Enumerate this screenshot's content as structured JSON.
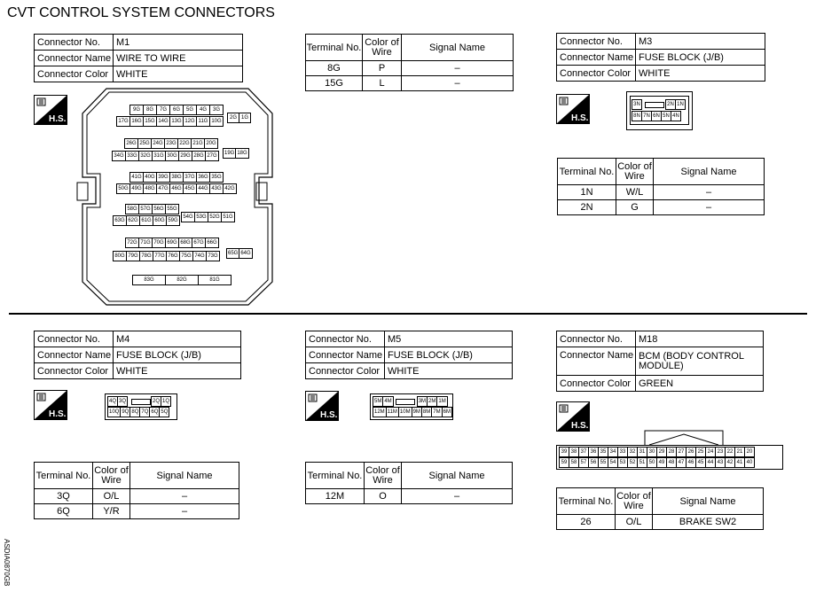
{
  "page": {
    "title": "CVT CONTROL SYSTEM CONNECTORS",
    "side_code": "ASDIA0870GB"
  },
  "labels": {
    "connector_no": "Connector No.",
    "connector_name": "Connector Name",
    "connector_color": "Connector Color",
    "terminal_no": "Terminal No.",
    "color_of_wire": "Color of Wire",
    "signal_name": "Signal Name",
    "hs": "H.S."
  },
  "m1": {
    "no": "M1",
    "name": "WIRE TO WIRE",
    "color": "WHITE",
    "rows": [
      [
        "9G",
        "8G",
        "7G",
        "6G",
        "5G",
        "4G",
        "3G"
      ],
      [
        "17G",
        "16G",
        "15G",
        "14G",
        "13G",
        "12G",
        "11G",
        "10G"
      ],
      [
        "2G",
        "1G"
      ],
      [
        "26G",
        "25G",
        "24G",
        "23G",
        "22G",
        "21G",
        "20G"
      ],
      [
        "34G",
        "33G",
        "32G",
        "31G",
        "30G",
        "29G",
        "28G",
        "27G"
      ],
      [
        "19G",
        "18G"
      ],
      [
        "41G",
        "40G",
        "39G",
        "38G",
        "37G",
        "36G",
        "35G"
      ],
      [
        "50G",
        "49G",
        "48G",
        "47G",
        "46G",
        "45G",
        "44G",
        "43G",
        "42G"
      ],
      [
        "58G",
        "57G",
        "56G",
        "55G"
      ],
      [
        "63G",
        "62G",
        "61G",
        "60G",
        "59G"
      ],
      [
        "54G",
        "53G",
        "52G",
        "51G"
      ],
      [
        "72G",
        "71G",
        "70G",
        "69G",
        "68G",
        "67G",
        "66G"
      ],
      [
        "80G",
        "79G",
        "78G",
        "77G",
        "76G",
        "75G",
        "74G",
        "73G"
      ],
      [
        "65G",
        "64G"
      ],
      [
        "83G",
        "82G",
        "81G"
      ]
    ],
    "terminals": [
      {
        "no": "8G",
        "wire": "P",
        "signal": "–"
      },
      {
        "no": "15G",
        "wire": "L",
        "signal": "–"
      }
    ]
  },
  "m3": {
    "no": "M3",
    "name": "FUSE BLOCK (J/B)",
    "color": "WHITE",
    "top": [
      "3N",
      "2N",
      "1N"
    ],
    "bottom": [
      "8N",
      "7N",
      "6N",
      "5N",
      "4N"
    ],
    "terminals": [
      {
        "no": "1N",
        "wire": "W/L",
        "signal": "–"
      },
      {
        "no": "2N",
        "wire": "G",
        "signal": "–"
      }
    ]
  },
  "m4": {
    "no": "M4",
    "name": "FUSE BLOCK (J/B)",
    "color": "WHITE",
    "top": [
      "4Q",
      "3Q",
      "2Q",
      "1Q"
    ],
    "bottom": [
      "10Q",
      "9Q",
      "8Q",
      "7Q",
      "6Q",
      "5Q"
    ],
    "terminals": [
      {
        "no": "3Q",
        "wire": "O/L",
        "signal": "–"
      },
      {
        "no": "6Q",
        "wire": "Y/R",
        "signal": "–"
      }
    ]
  },
  "m5": {
    "no": "M5",
    "name": "FUSE BLOCK (J/B)",
    "color": "WHITE",
    "top": [
      "5M",
      "4M",
      "3M",
      "2M",
      "1M"
    ],
    "bottom": [
      "12M",
      "11M",
      "10M",
      "9M",
      "8M",
      "7M",
      "6M"
    ],
    "terminals": [
      {
        "no": "12M",
        "wire": "O",
        "signal": "–"
      }
    ]
  },
  "m18": {
    "no": "M18",
    "name": "BCM (BODY CONTROL MODULE)",
    "color": "GREEN",
    "top": [
      "39",
      "38",
      "37",
      "36",
      "35",
      "34",
      "33",
      "32",
      "31",
      "30",
      "29",
      "28",
      "27",
      "26",
      "25",
      "24",
      "23",
      "22",
      "21",
      "20"
    ],
    "bottom": [
      "59",
      "58",
      "57",
      "56",
      "55",
      "54",
      "53",
      "52",
      "51",
      "50",
      "49",
      "48",
      "47",
      "46",
      "45",
      "44",
      "43",
      "42",
      "41",
      "40"
    ],
    "terminals": [
      {
        "no": "26",
        "wire": "O/L",
        "signal": "BRAKE SW2"
      }
    ]
  }
}
